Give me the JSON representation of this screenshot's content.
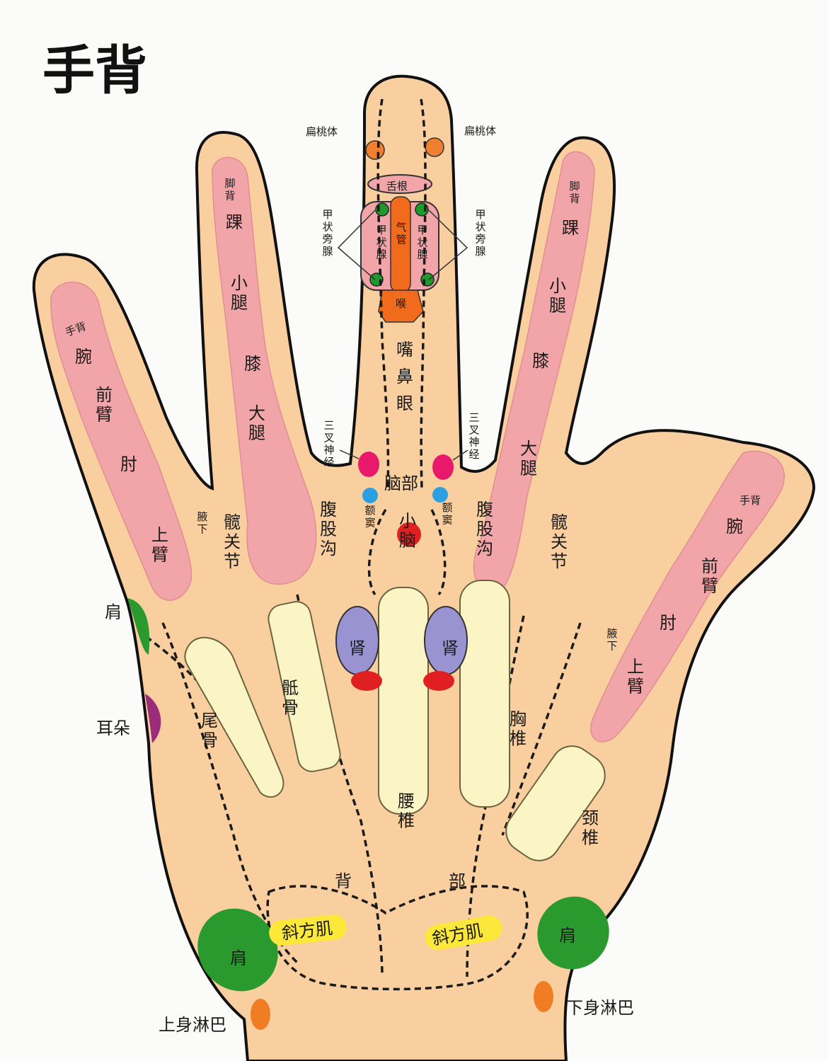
{
  "title": "手背",
  "colors": {
    "skin": "#f9cfa0",
    "pink_zone": "#f1a5a8",
    "bone": "#fbf4c4",
    "shoulder_green": "#2a9a2e",
    "ear_purple": "#9b2c7a",
    "lymph_orange": "#f07d24",
    "trigeminal_magenta": "#e8196b",
    "sinus_blue": "#2aa0e0",
    "kidney_purple": "#9a93d2",
    "kidney_red": "#e02020",
    "trapezius_yellow": "#fbe83a",
    "trachea_orange": "#f26a1b",
    "tonsil_orange": "#f08030",
    "thyroid_green": "#1c9a2c"
  },
  "labels": {
    "tonsil_left": "扁桃体",
    "tonsil_right": "扁桃体",
    "tongue_root": "舌根",
    "trachea": "气管",
    "thyroid_left": "甲状腺",
    "thyroid_right": "甲状腺",
    "parathyroid_left": "甲状旁腺",
    "parathyroid_right": "甲状旁腺",
    "throat": "喉",
    "mouth": "嘴",
    "nose": "鼻",
    "eye": "眼",
    "trigeminal_left": "三叉神经",
    "trigeminal_right": "三叉神经",
    "brain": "脑部",
    "sinus_left": "额窦",
    "sinus_right": "额窦",
    "cerebellum": "小脑",
    "foot_back_left": "脚背",
    "ankle_left": "踝",
    "calf_left": "小腿",
    "knee_left": "膝",
    "thigh_left": "大腿",
    "foot_back_right": "脚背",
    "ankle_right": "踝",
    "calf_right": "小腿",
    "knee_right": "膝",
    "thigh_right": "大腿",
    "hand_back_left": "手背",
    "wrist_left": "腕",
    "forearm_left": "前臂",
    "elbow_left": "肘",
    "upper_arm_left": "上臂",
    "armpit_left": "腋下",
    "hip_left": "髋关节",
    "groin_left": "腹股沟",
    "groin_right": "腹股沟",
    "hip_right": "髋关节",
    "hand_back_right": "手背",
    "wrist_right": "腕",
    "forearm_right": "前臂",
    "elbow_right": "肘",
    "upper_arm_right": "上臂",
    "armpit_right": "腋下",
    "shoulder_top": "肩",
    "ear": "耳朵",
    "coccyx": "尾骨",
    "sacrum": "骶骨",
    "kidney_left": "肾",
    "kidney_right": "肾",
    "lumbar": "腰椎",
    "thoracic": "胸椎",
    "cervical": "颈椎",
    "back_left": "背",
    "back_right": "部",
    "trapezius_left": "斜方肌",
    "trapezius_right": "斜方肌",
    "shoulder_bottom_left": "肩",
    "shoulder_bottom_right": "肩",
    "lymph_upper": "上身淋巴",
    "lymph_lower": "下身淋巴"
  }
}
